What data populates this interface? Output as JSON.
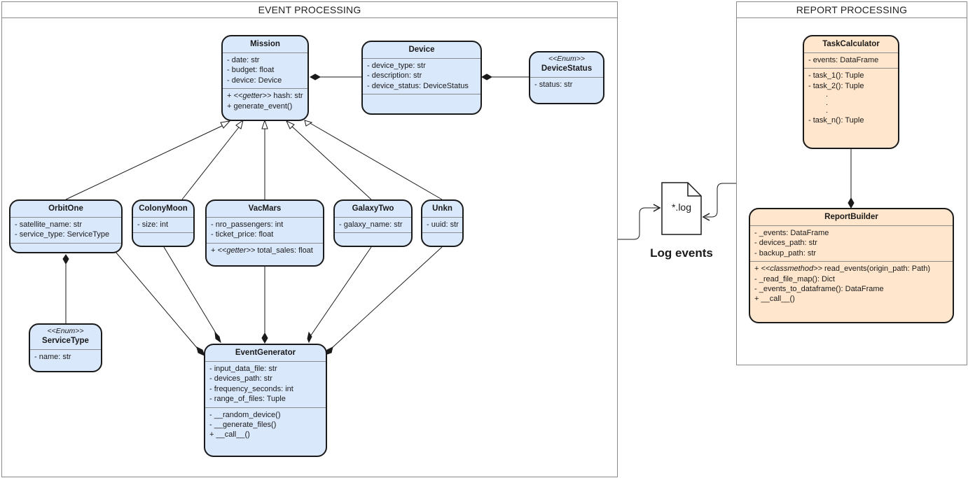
{
  "frames": {
    "event_processing": "EVENT PROCESSING",
    "report_processing": "REPORT PROCESSING"
  },
  "classes": {
    "mission": {
      "name": "Mission",
      "attributes": [
        "- date: str",
        "- budget: float",
        "- device: Device"
      ],
      "methods": [
        {
          "prefix": "+ ",
          "stereotype": "<<getter>>",
          "text": " hash: str"
        },
        {
          "prefix": "+ ",
          "stereotype": "",
          "text": "generate_event()"
        }
      ]
    },
    "device": {
      "name": "Device",
      "attributes": [
        "- device_type: str",
        "- description: str",
        "- device_status: DeviceStatus"
      ]
    },
    "device_status": {
      "stereotype": "<<Enum>>",
      "name": "DeviceStatus",
      "attributes": [
        "- status: str"
      ]
    },
    "orbit_one": {
      "name": "OrbitOne",
      "attributes": [
        "- satellite_name: str",
        "- service_type: ServiceType"
      ]
    },
    "colony_moon": {
      "name": "ColonyMoon",
      "attributes": [
        "- size: int"
      ]
    },
    "vac_mars": {
      "name": "VacMars",
      "attributes": [
        "- nro_passengers: int",
        "- ticket_price: float"
      ],
      "methods": [
        {
          "prefix": "+ ",
          "stereotype": "<<getter>>",
          "text": " total_sales: float"
        }
      ]
    },
    "galaxy_two": {
      "name": "GalaxyTwo",
      "attributes": [
        "- galaxy_name: str"
      ]
    },
    "unkn": {
      "name": "Unkn",
      "attributes": [
        "- uuid: str"
      ]
    },
    "service_type": {
      "stereotype": "<<Enum>>",
      "name": "ServiceType",
      "attributes": [
        "- name: str"
      ]
    },
    "event_generator": {
      "name": "EventGenerator",
      "attributes": [
        "- input_data_file: str",
        "- devices_path: str",
        "- frequency_seconds: int",
        "- range_of_files: Tuple"
      ],
      "methods": [
        {
          "prefix": "",
          "stereotype": "",
          "text": "- __random_device()"
        },
        {
          "prefix": "",
          "stereotype": "",
          "text": "- __generate_files()"
        },
        {
          "prefix": "",
          "stereotype": "",
          "text": "+ __call__()"
        }
      ]
    },
    "task_calculator": {
      "name": "TaskCalculator",
      "attributes": [
        "- events: DataFrame"
      ],
      "methods_top": [
        "- task_1(): Tuple",
        "- task_2(): Tuple"
      ],
      "dots": [
        ".",
        ".",
        "."
      ],
      "methods_bottom": [
        "- task_n(): Tuple"
      ]
    },
    "report_builder": {
      "name": "ReportBuilder",
      "attributes": [
        "- _events: DataFrame",
        "- devices_path: str",
        "- backup_path: str"
      ],
      "methods": [
        {
          "prefix": "+ ",
          "stereotype": "<<classmethod>>",
          "text": " read_events(origin_path: Path)"
        },
        {
          "prefix": "",
          "stereotype": "",
          "text": "- _read_file_map(): Dict"
        },
        {
          "prefix": "",
          "stereotype": "",
          "text": "- _events_to_dataframe(): DataFrame"
        },
        {
          "prefix": "",
          "stereotype": "",
          "text": "+ __call__()"
        }
      ]
    }
  },
  "log_file": {
    "label": "*.log",
    "caption": "Log events"
  },
  "colors": {
    "class_fill_blue": "#dae8fc",
    "class_fill_orange": "#ffe6cc",
    "stroke": "#1a1a1a",
    "frame_border": "#8a8a8a"
  }
}
